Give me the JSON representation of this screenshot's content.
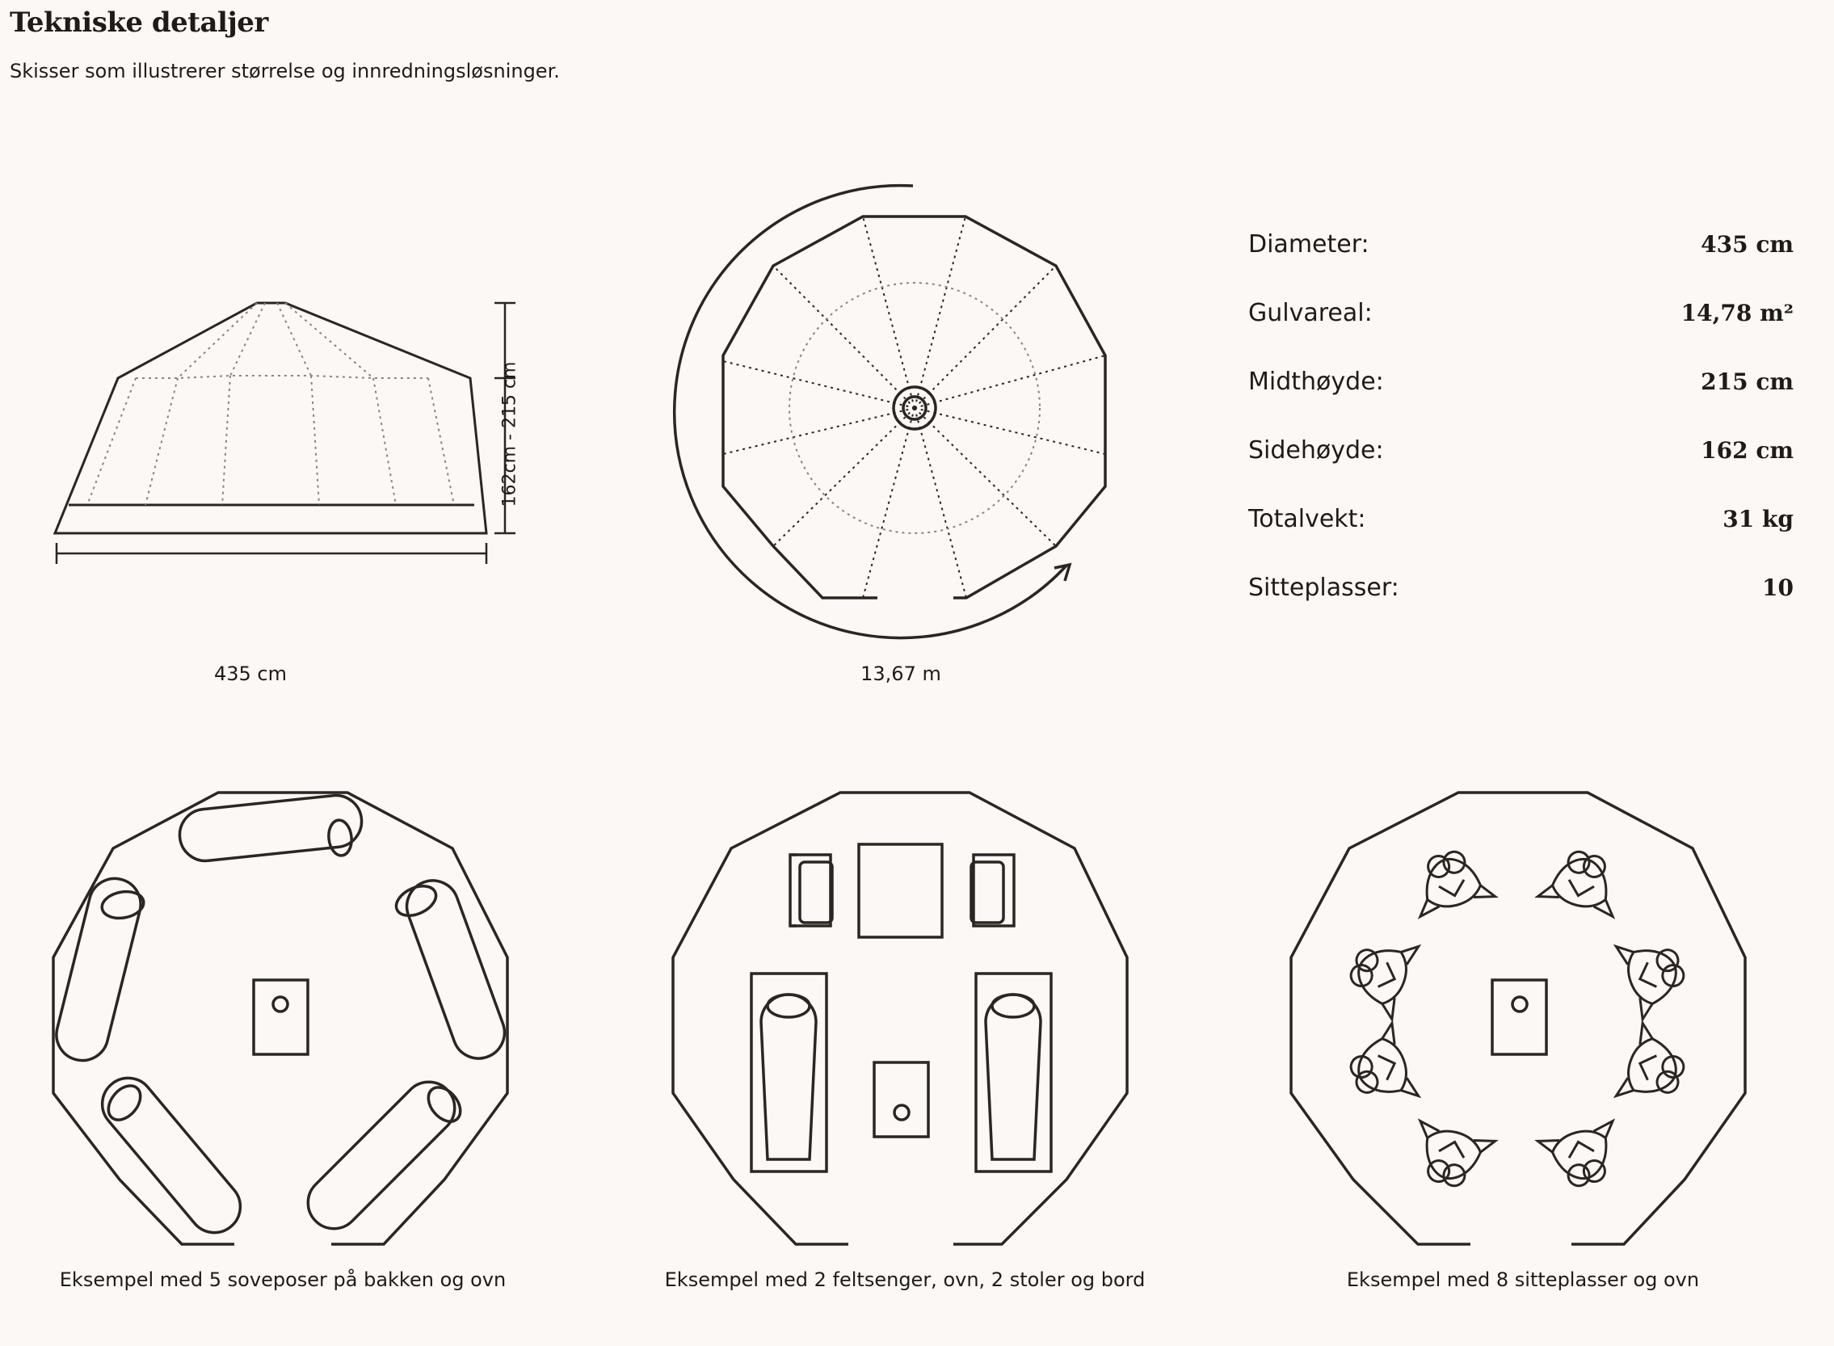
{
  "header": {
    "title": "Tekniske detaljer",
    "subtitle": "Skisser som illustrerer størrelse og innredningsløsninger."
  },
  "figures": {
    "side_view": {
      "caption": "435 cm",
      "height_label": "162cm - 215 cm"
    },
    "top_view": {
      "caption": "13,67 m"
    },
    "layout_sleeping_bags": {
      "caption": "Eksempel med 5 soveposer på bakken og ovn"
    },
    "layout_cots": {
      "caption": "Eksempel med 2 feltsenger, ovn, 2 stoler og bord"
    },
    "layout_seating": {
      "caption": "Eksempel med 8 sitteplasser og ovn"
    }
  },
  "specs": [
    {
      "label": "Diameter:",
      "value": "435 cm"
    },
    {
      "label": "Gulvareal:",
      "value": "14,78 m²"
    },
    {
      "label": "Midthøyde:",
      "value": "215 cm"
    },
    {
      "label": "Sidehøyde:",
      "value": "162 cm"
    },
    {
      "label": "Totalvekt:",
      "value": "31 kg"
    },
    {
      "label": "Sitteplasser:",
      "value": "10"
    }
  ],
  "colors": {
    "background": "#fbf8f5",
    "ink": "#2a2622"
  }
}
